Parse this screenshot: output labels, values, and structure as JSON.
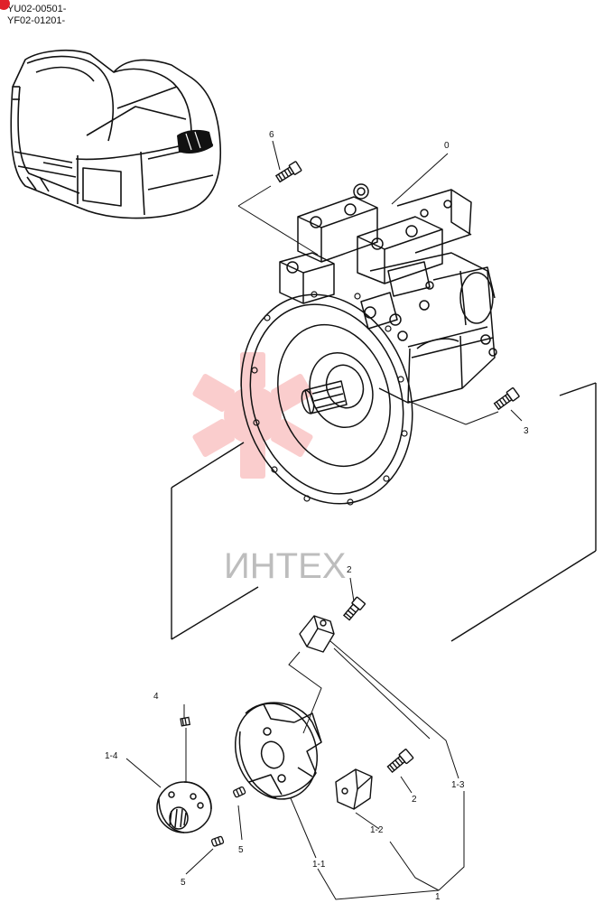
{
  "header": {
    "serial_1": "YU02-00501-",
    "serial_2": "YF02-01201-"
  },
  "watermark": {
    "text": "ИНТЕХ",
    "color": "#f05050"
  },
  "callouts": {
    "c0": "0",
    "c6": "6",
    "c3": "3",
    "c2_top": "2",
    "c2_bottom": "2",
    "c4": "4",
    "c1_4": "1-4",
    "c1_3": "1-3",
    "c1_2": "1-2",
    "c1_1": "1-1",
    "c1": "1",
    "c5_left": "5",
    "c5_bottom": "5"
  },
  "colors": {
    "ink": "#111111",
    "marker": "#e0202a"
  }
}
